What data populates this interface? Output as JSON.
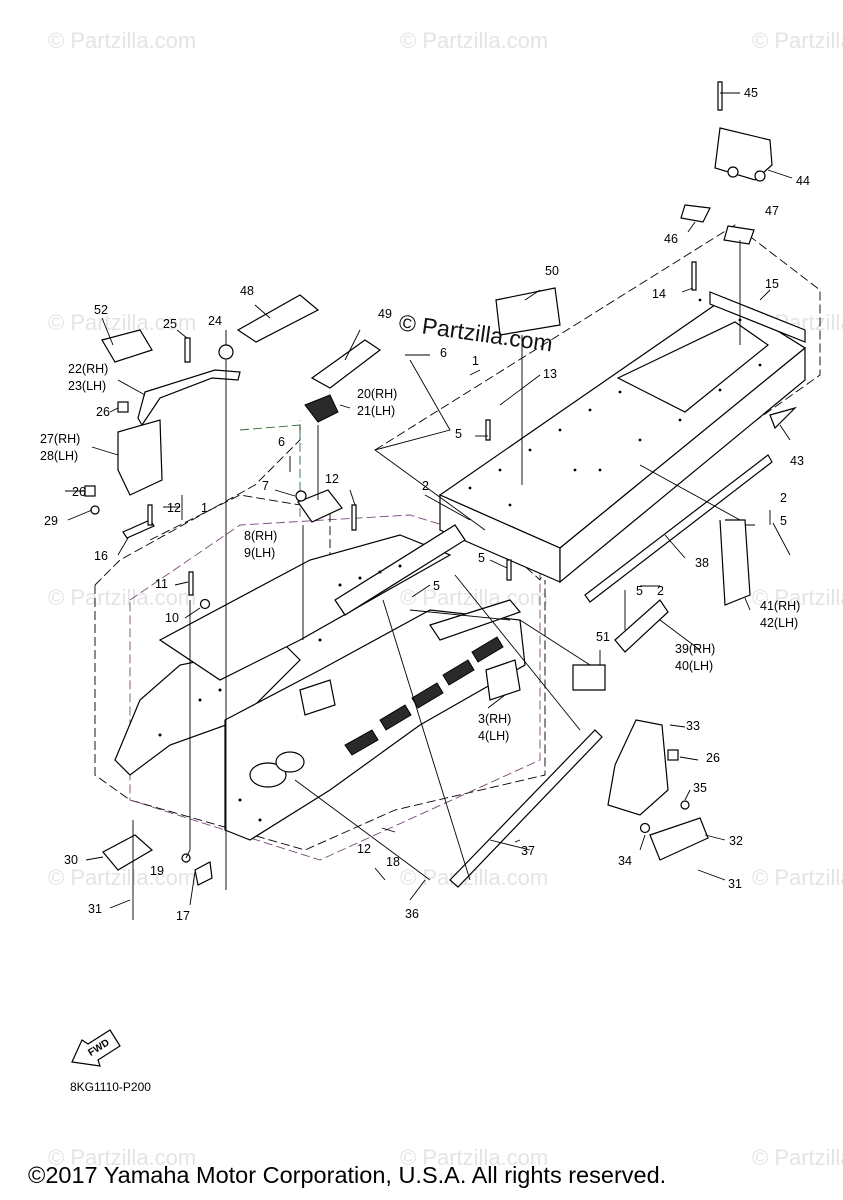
{
  "watermark": {
    "text": "© Partzilla.com"
  },
  "callouts": {
    "c1a": "1",
    "c1b": "1",
    "c2a": "2",
    "c2b": "2",
    "c2c": "2",
    "c3": "3(RH)",
    "c4": "4(LH)",
    "c5a": "5",
    "c5b": "5",
    "c5c": "5",
    "c5d": "5",
    "c5e": "5",
    "c6a": "6",
    "c6b": "6",
    "c7": "7",
    "c8": "8(RH)",
    "c9": "9(LH)",
    "c10": "10",
    "c11": "11",
    "c12a": "12",
    "c12b": "12",
    "c12c": "12",
    "c13": "13",
    "c14": "14",
    "c15": "15",
    "c16": "16",
    "c17": "17",
    "c18": "18",
    "c19": "19",
    "c20": "20(RH)",
    "c21": "21(LH)",
    "c22": "22(RH)",
    "c23": "23(LH)",
    "c24": "24",
    "c25": "25",
    "c26a": "26",
    "c26b": "26",
    "c26c": "26",
    "c27": "27(RH)",
    "c28": "28(LH)",
    "c29": "29",
    "c30": "30",
    "c31a": "31",
    "c31b": "31",
    "c32": "32",
    "c33": "33",
    "c34": "34",
    "c35": "35",
    "c36": "36",
    "c37": "37",
    "c38": "38",
    "c39": "39(RH)",
    "c40": "40(LH)",
    "c41": "41(RH)",
    "c42": "42(LH)",
    "c43": "43",
    "c44": "44",
    "c45": "45",
    "c46": "46",
    "c47": "47",
    "c48": "48",
    "c49": "49",
    "c50": "50",
    "c51": "51",
    "c52": "52"
  },
  "fwd_label": "FWD",
  "diagram_code": "8KG1110-P200",
  "copyright": "©2017 Yamaha Motor Corporation, U.S.A. All rights reserved."
}
